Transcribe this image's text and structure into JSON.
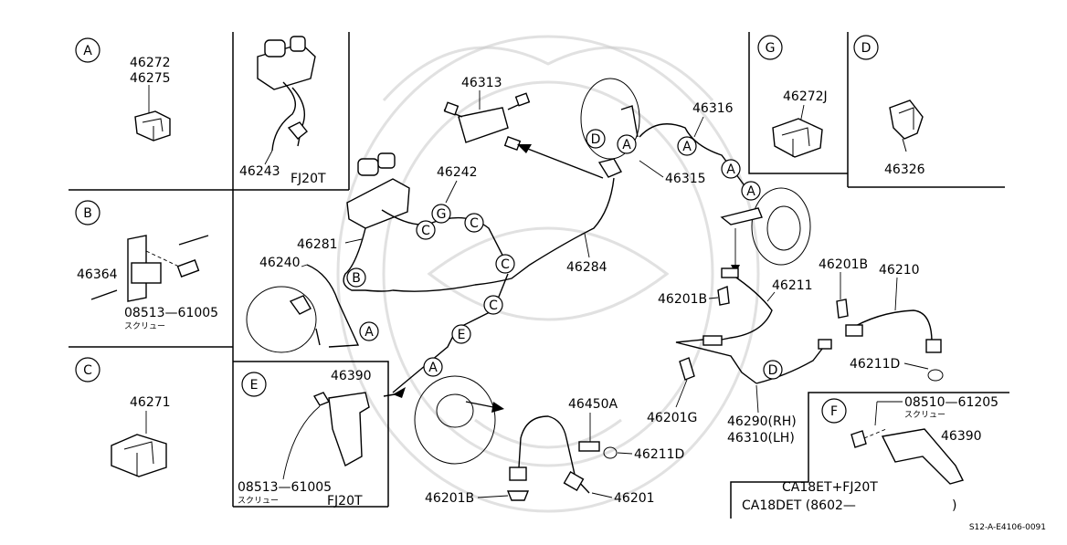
{
  "sections": {
    "A": "A",
    "B": "B",
    "C": "C",
    "D": "D",
    "E": "E",
    "F": "F",
    "G": "G"
  },
  "variants": {
    "fj20t_top": "FJ20T",
    "fj20t_bottom": "FJ20T",
    "ca18et_fj20t": "CA18ET+FJ20T",
    "ca18det": "CA18DET (8602—",
    "ca18det_close": ")"
  },
  "japanese": {
    "screw1": "スクリュー",
    "screw2": "スクリュー",
    "screw3": "スクリュー"
  },
  "parts": {
    "p46272": "46272",
    "p46275": "46275",
    "p46243": "46243",
    "p46364": "46364",
    "p08513a": "08513—61005",
    "p46271": "46271",
    "p46390e": "46390",
    "p08513b": "08513—61005",
    "p46313": "46313",
    "p46242": "46242",
    "p46281": "46281",
    "p46240": "46240",
    "p46284": "46284",
    "p46316": "46316",
    "p46315": "46315",
    "p46272j": "46272J",
    "p46326": "46326",
    "p46201b1": "46201B",
    "p46201b2": "46201B",
    "p46201b3": "46201B",
    "p46211": "46211",
    "p46210": "46210",
    "p46211d1": "46211D",
    "p46211d2": "46211D",
    "p46201g": "46201G",
    "p46290": "46290(RH)",
    "p46310": "46310(LH)",
    "p46450a": "46450A",
    "p46201": "46201",
    "p08510": "08510—61205",
    "p46390f": "46390"
  },
  "callouts": {
    "c1": "A",
    "c2": "A",
    "c3": "A",
    "c4": "A",
    "c5": "A",
    "c6": "A",
    "b1": "B",
    "cc1": "C",
    "cc2": "C",
    "cc3": "C",
    "cc4": "C",
    "d1": "D",
    "d2": "D",
    "e1": "E",
    "g1": "G"
  },
  "figure_id": "S12-A-E4106-0091"
}
